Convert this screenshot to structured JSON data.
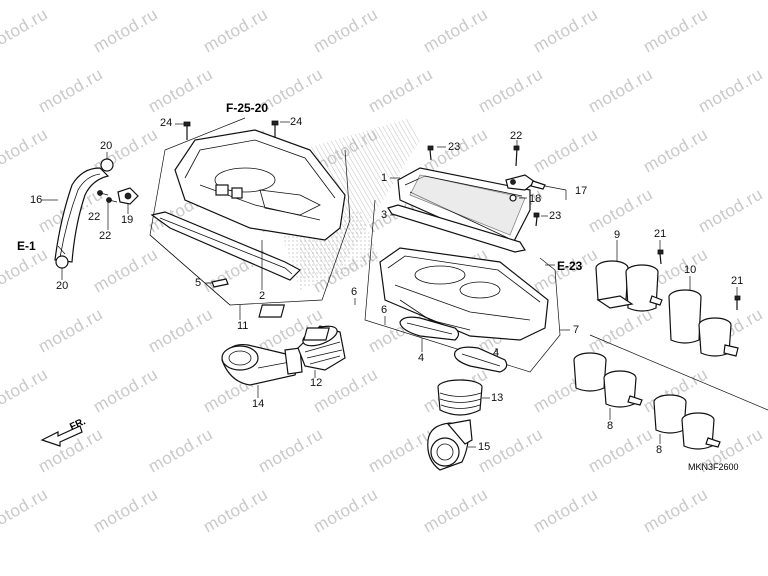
{
  "watermark": {
    "text": "motod.ru"
  },
  "diagram_code": "MKN3F2600",
  "front_marker": {
    "label": "FR."
  },
  "references": [
    {
      "id": "ref-f-25-20",
      "label": "F-25-20"
    },
    {
      "id": "ref-e-23",
      "label": "E-23"
    },
    {
      "id": "ref-e-1",
      "label": "E-1"
    }
  ],
  "callouts": [
    {
      "id": "c24a",
      "label": "24"
    },
    {
      "id": "c24b",
      "label": "24"
    },
    {
      "id": "c20a",
      "label": "20"
    },
    {
      "id": "c20b",
      "label": "20"
    },
    {
      "id": "c16",
      "label": "16"
    },
    {
      "id": "c22a",
      "label": "22"
    },
    {
      "id": "c22b",
      "label": "22"
    },
    {
      "id": "c22c",
      "label": "22"
    },
    {
      "id": "c19",
      "label": "19"
    },
    {
      "id": "c5",
      "label": "5"
    },
    {
      "id": "c2",
      "label": "2"
    },
    {
      "id": "c11",
      "label": "11"
    },
    {
      "id": "c14",
      "label": "14"
    },
    {
      "id": "c12",
      "label": "12"
    },
    {
      "id": "c23a",
      "label": "23"
    },
    {
      "id": "c23b",
      "label": "23"
    },
    {
      "id": "c1",
      "label": "1"
    },
    {
      "id": "c3",
      "label": "3"
    },
    {
      "id": "c17",
      "label": "17"
    },
    {
      "id": "c18",
      "label": "18"
    },
    {
      "id": "c6a",
      "label": "6"
    },
    {
      "id": "c6b",
      "label": "6"
    },
    {
      "id": "c4a",
      "label": "4"
    },
    {
      "id": "c4b",
      "label": "4"
    },
    {
      "id": "c7",
      "label": "7"
    },
    {
      "id": "c13",
      "label": "13"
    },
    {
      "id": "c15",
      "label": "15"
    },
    {
      "id": "c9",
      "label": "9"
    },
    {
      "id": "c10",
      "label": "10"
    },
    {
      "id": "c21a",
      "label": "21"
    },
    {
      "id": "c21b",
      "label": "21"
    },
    {
      "id": "c8a",
      "label": "8"
    },
    {
      "id": "c8b",
      "label": "8"
    }
  ]
}
